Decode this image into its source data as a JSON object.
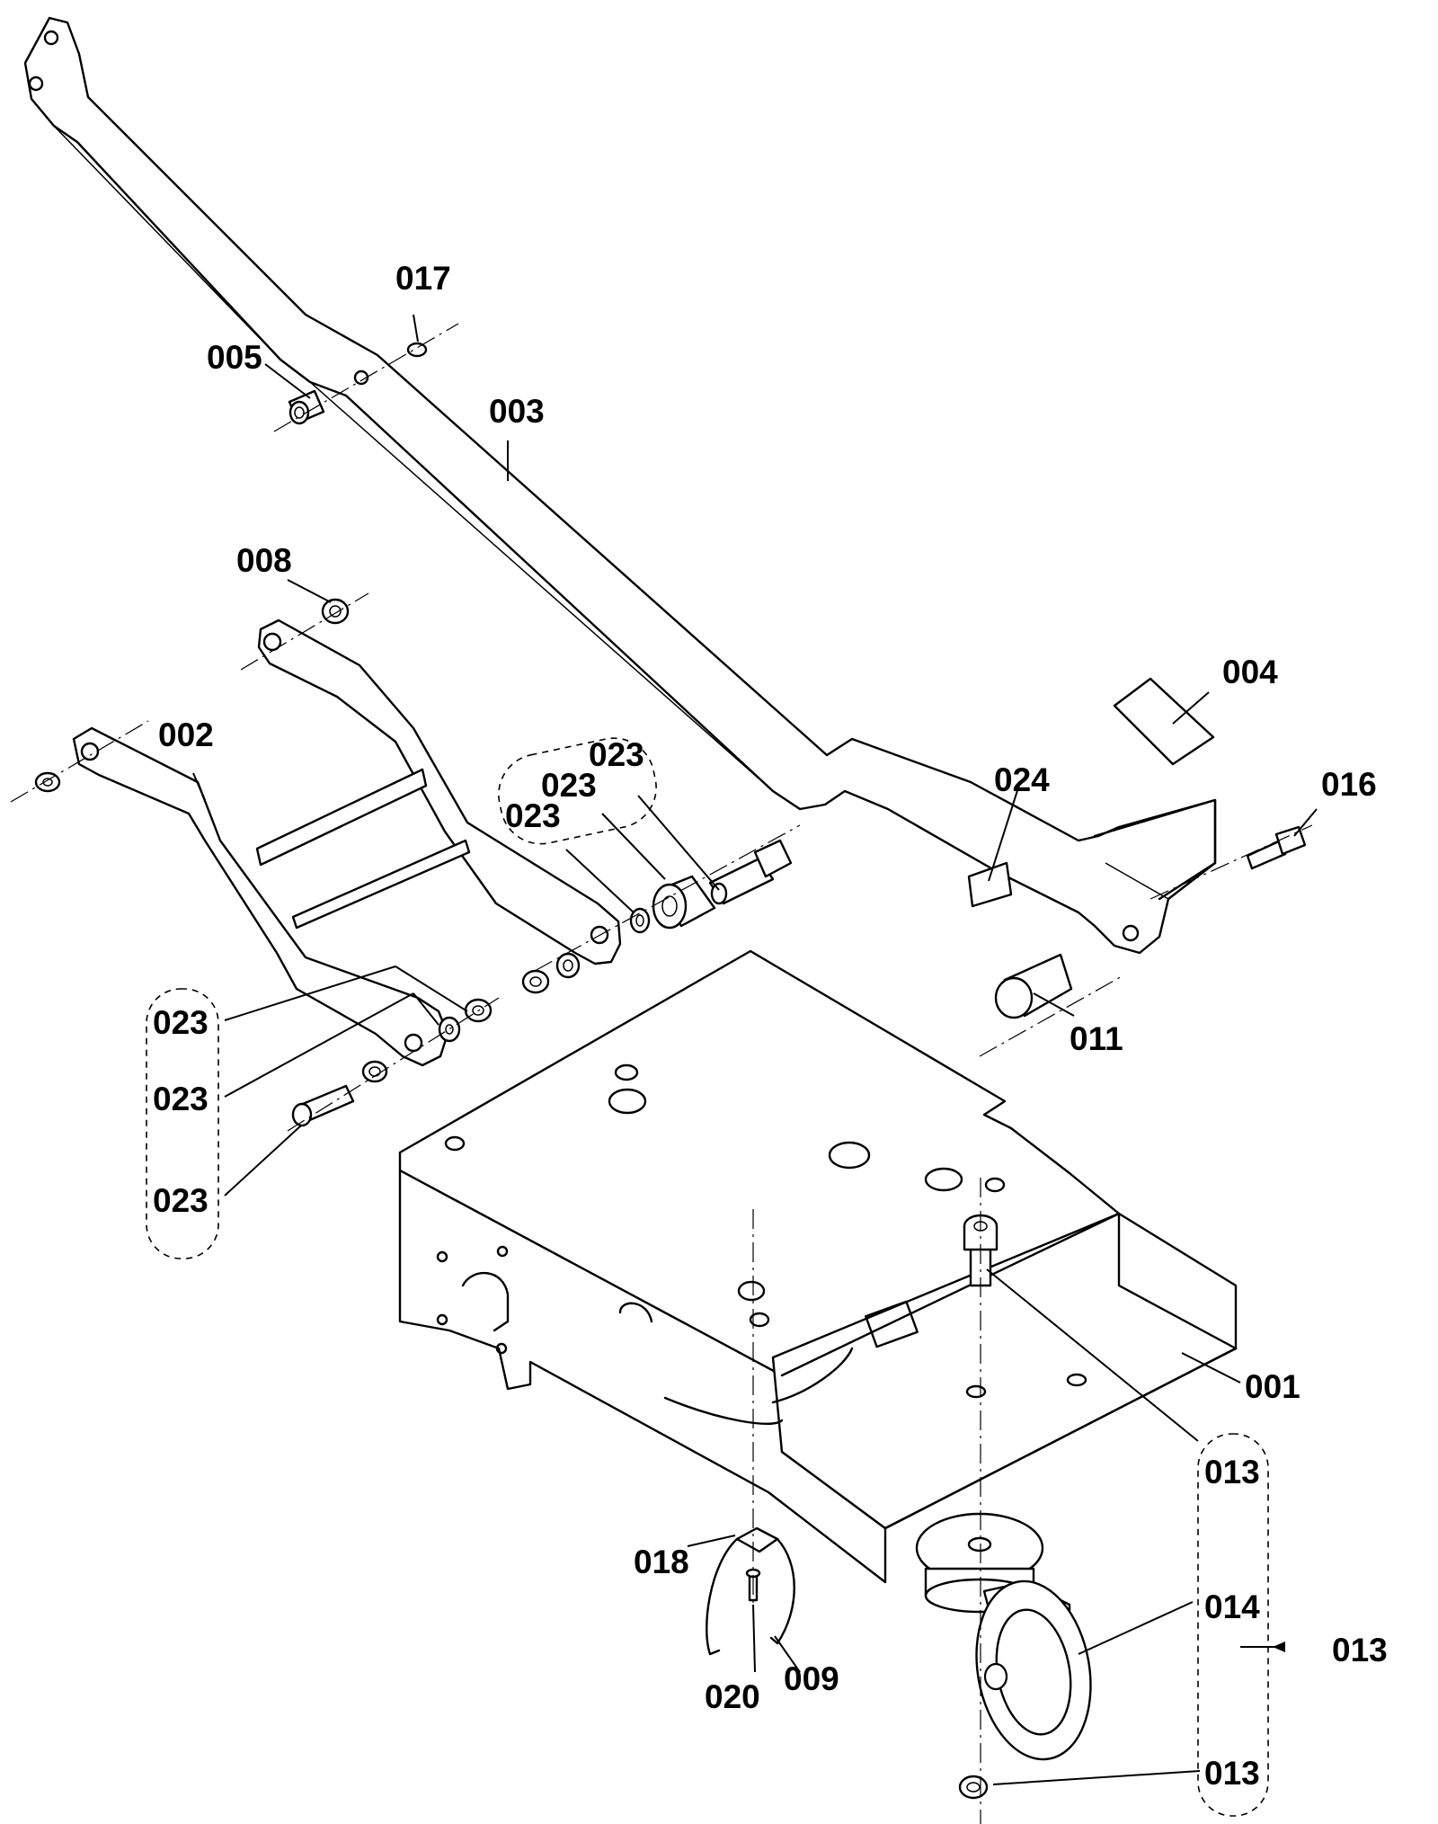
{
  "callouts": {
    "c017": "017",
    "c005": "005",
    "c003": "003",
    "c008": "008",
    "c002": "002",
    "c023_top_a": "023",
    "c023_top_b": "023",
    "c023_top_c": "023",
    "c004": "004",
    "c024": "024",
    "c016": "016",
    "c011": "011",
    "c023_left_a": "023",
    "c023_left_b": "023",
    "c023_left_c": "023",
    "c001": "001",
    "c013_a": "013",
    "c018": "018",
    "c014": "014",
    "c013_group": "013",
    "c020": "020",
    "c009": "009",
    "c013_b": "013"
  },
  "parts": {
    "base_frame": "001",
    "lower_lever": "002",
    "handle": "003",
    "pedal_pad": "004",
    "caster_assembly": "013",
    "caster_wheel": "014"
  }
}
